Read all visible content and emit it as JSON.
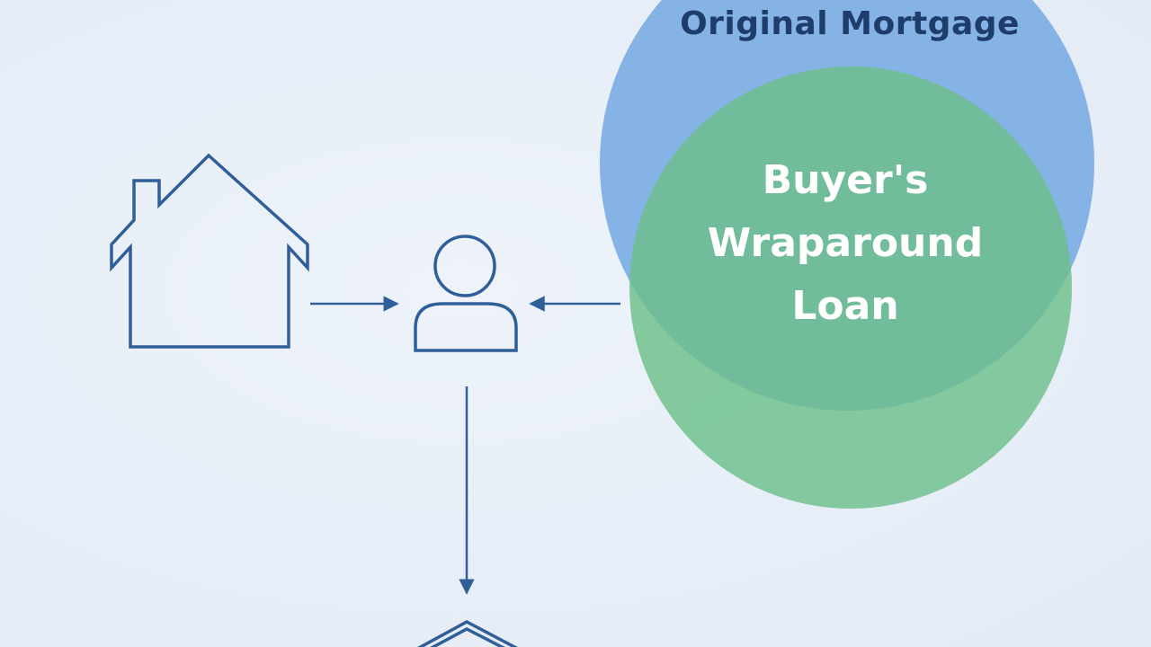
{
  "diagram": {
    "original_mortgage": {
      "label": "Original Mortgage",
      "color": "#7daee3"
    },
    "wraparound_loan": {
      "lines": [
        "Buyer's",
        "Wraparound",
        "Loan"
      ],
      "color": "#6cc08a"
    },
    "icons": {
      "house": "house-icon",
      "person": "person-icon",
      "bottom": "house-roof-icon"
    },
    "stroke_color": "#2f5f99"
  }
}
